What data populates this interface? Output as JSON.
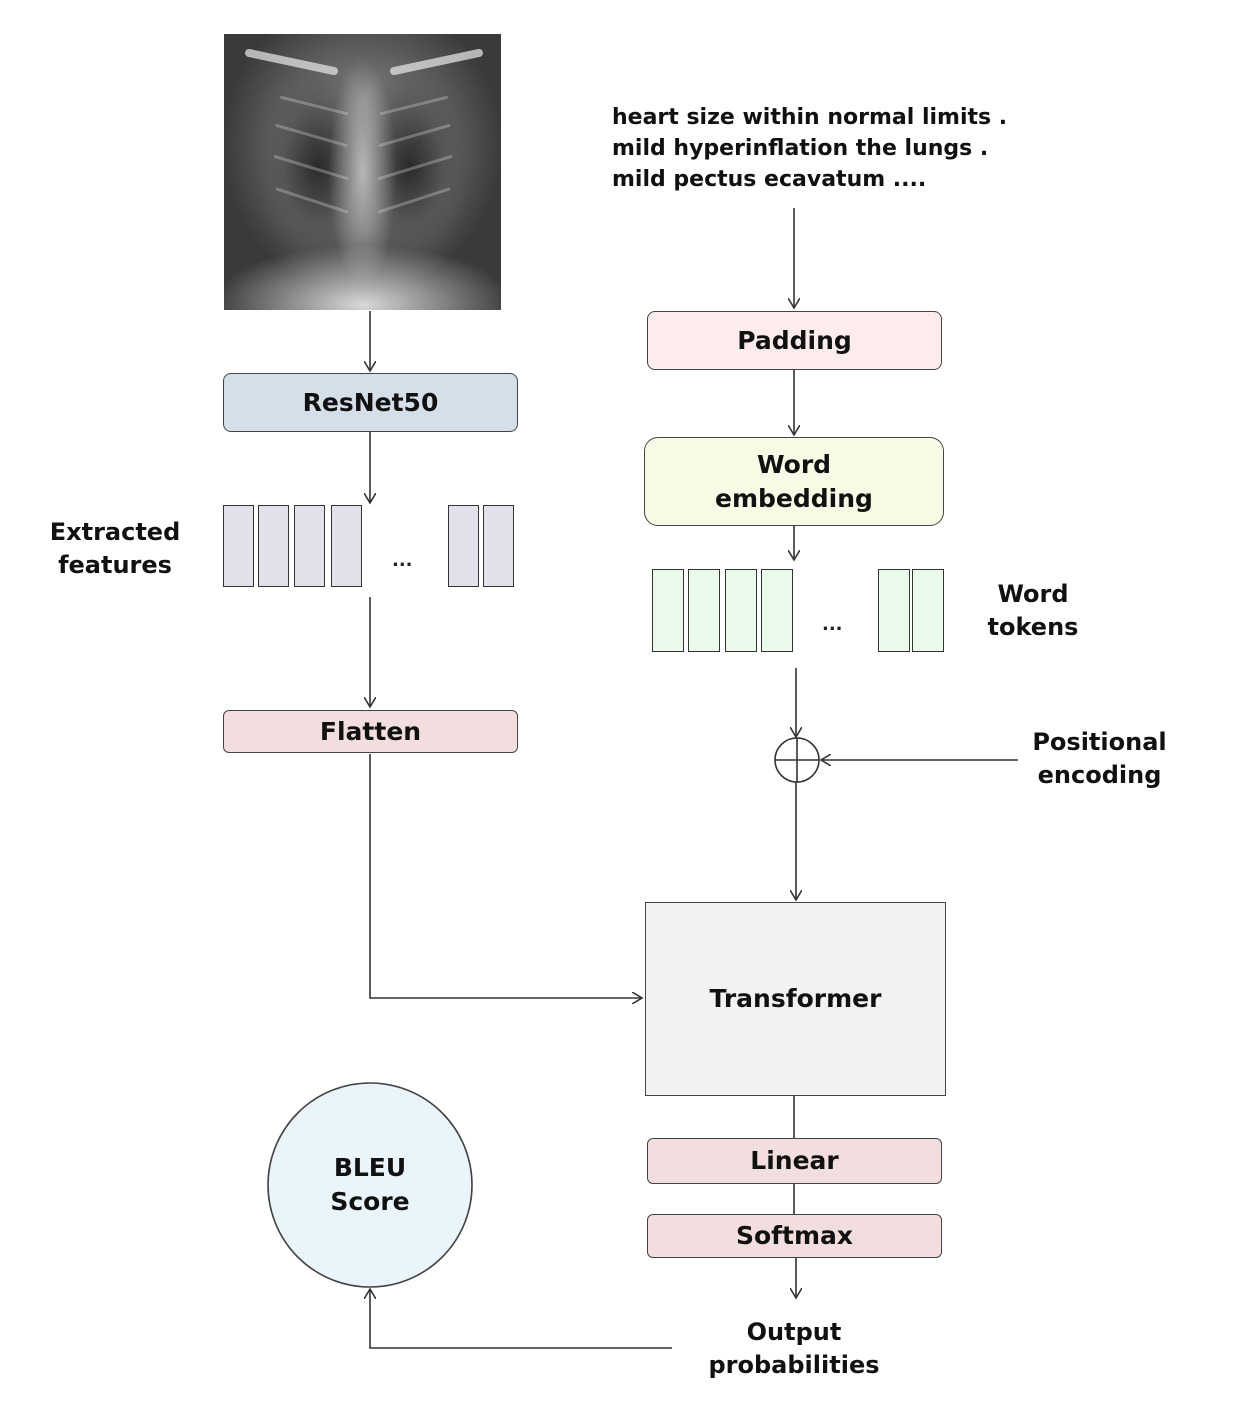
{
  "report_text": {
    "line1": "heart size within normal limits .",
    "line2": "mild hyperinflation the lungs .",
    "line3": "mild pectus ecavatum ...."
  },
  "nodes": {
    "resnet": "ResNet50",
    "padding": "Padding",
    "word_embedding_line1": "Word",
    "word_embedding_line2": "embedding",
    "flatten": "Flatten",
    "transformer": "Transformer",
    "linear": "Linear",
    "softmax": "Softmax",
    "bleu_line1": "BLEU",
    "bleu_line2": "Score"
  },
  "labels": {
    "extracted_line1": "Extracted",
    "extracted_line2": "features",
    "word_tokens_line1": "Word",
    "word_tokens_line2": "tokens",
    "positional_line1": "Positional",
    "positional_line2": "encoding",
    "output_line1": "Output",
    "output_line2": "probabilities",
    "ellipsis": "..."
  },
  "colors": {
    "resnet_fill": "#d4dfe9",
    "padding_fill": "#fcecee",
    "embedding_fill": "#f6fbe5",
    "flatten_fill": "#f2dede",
    "transformer_fill": "#f2f2f2",
    "linear_fill": "#f2dede",
    "softmax_fill": "#f2dede",
    "bleu_fill": "#eaf4fb",
    "feature_fill": "#e3e0ec",
    "token_fill": "#e9f9ea"
  },
  "icons": {
    "xray": "chest-xray-image"
  }
}
